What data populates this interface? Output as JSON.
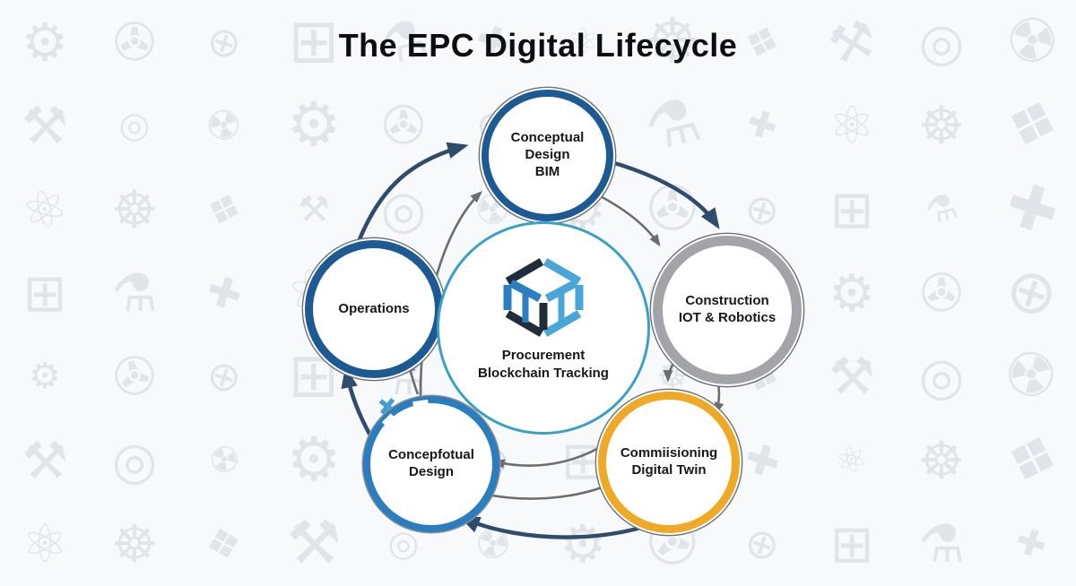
{
  "title": "The EPC Digital Lifecycle",
  "center_node": {
    "line1": "Procurement",
    "line2": "Blockchain Tracking",
    "ring_color": "#3aa0c4"
  },
  "nodes": {
    "top": {
      "line1": "Conceptual",
      "line2": "Design",
      "line3": "BIM",
      "ring_color": "#1d5a94"
    },
    "right": {
      "line1": "Construction",
      "line2": "IOT & Robotics",
      "ring_color": "#a2a4a8"
    },
    "bottom_right": {
      "line1": "Commiisioning",
      "line2": "Digital Twin",
      "ring_color": "#f0a827"
    },
    "bottom_left": {
      "line1": "Concepfotual",
      "line2": "Design",
      "ring_color": "#2a7dbf"
    },
    "left": {
      "line1": "Operations",
      "ring_color": "#1d5a94"
    }
  },
  "arrows": {
    "primary_color": "#2e4c6e",
    "secondary_color": "#6a6d71"
  },
  "logo_colors": {
    "navy": "#202c3c",
    "blue": "#2b7ec2",
    "light_blue": "#4aa6d9"
  },
  "decorations": {
    "cross_glyph": "✚",
    "cross_color": "#3f9fd4"
  },
  "background": {
    "icon_color": "#e1e5ea",
    "cols": 12,
    "rows": 7,
    "glyphs": [
      "⚙",
      "☸",
      "⊕",
      "⚒",
      "⚗",
      "☢",
      "⚛",
      "✇",
      "❖",
      "⊞",
      "◎",
      "✚"
    ]
  }
}
